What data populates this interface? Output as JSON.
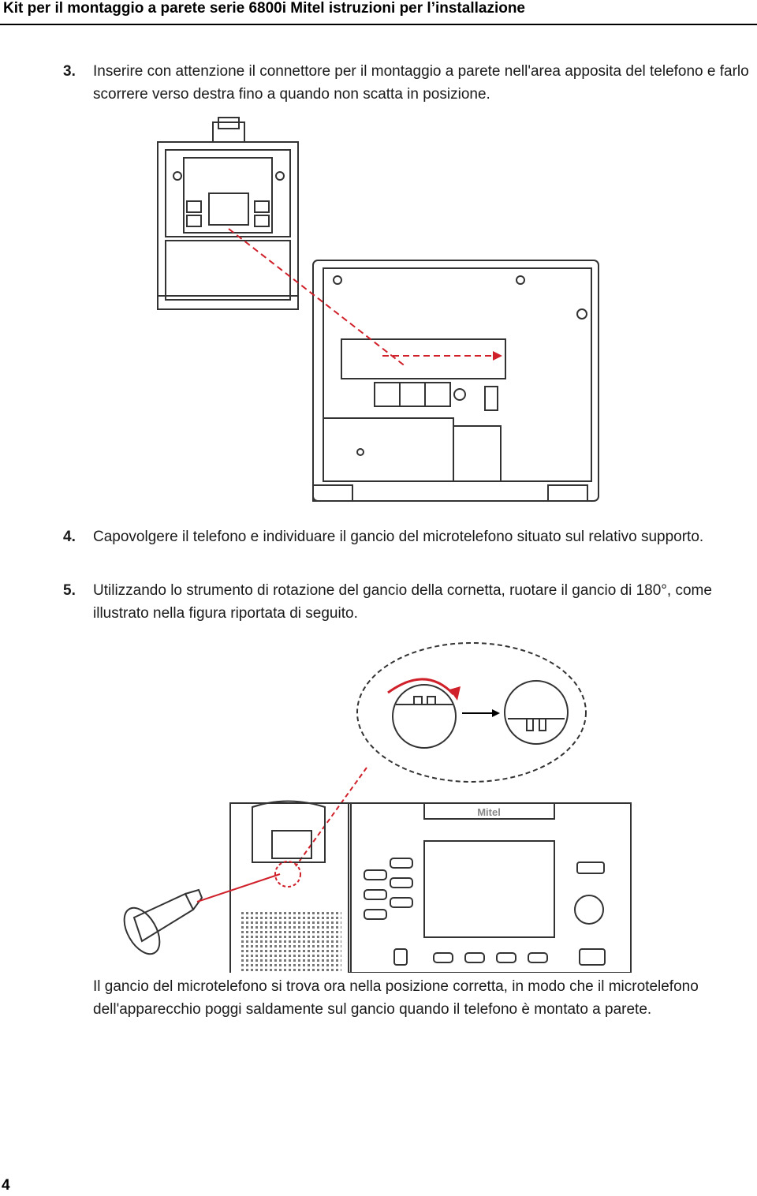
{
  "header": {
    "title": "Kit per il montaggio a parete serie 6800i Mitel istruzioni per l’installazione"
  },
  "steps": [
    {
      "number": "3.",
      "text": "Inserire con attenzione il connettore per il montaggio a parete nell'area apposita del telefono e farlo scorrere verso destra fino a quando non scatta in posizione."
    },
    {
      "number": "4.",
      "text": "Capovolgere il telefono e individuare il gancio del microtelefono situato sul relativo supporto."
    },
    {
      "number": "5.",
      "text": "Utilizzando lo strumento di rotazione del gancio della cornetta, ruotare il gancio di 180°, come illustrato nella figura riportata di seguito."
    }
  ],
  "closing_paragraph": "Il gancio del microtelefono si trova ora nella posizione corretta, in modo che il microtelefono dell'apparecchio poggi saldamente sul gancio quando il telefono è montato a parete.",
  "figure2": {
    "brand": "Mitel"
  },
  "colors": {
    "accent_red": "#d0202a",
    "line": "#333333"
  },
  "footer": {
    "page_number": "4"
  }
}
